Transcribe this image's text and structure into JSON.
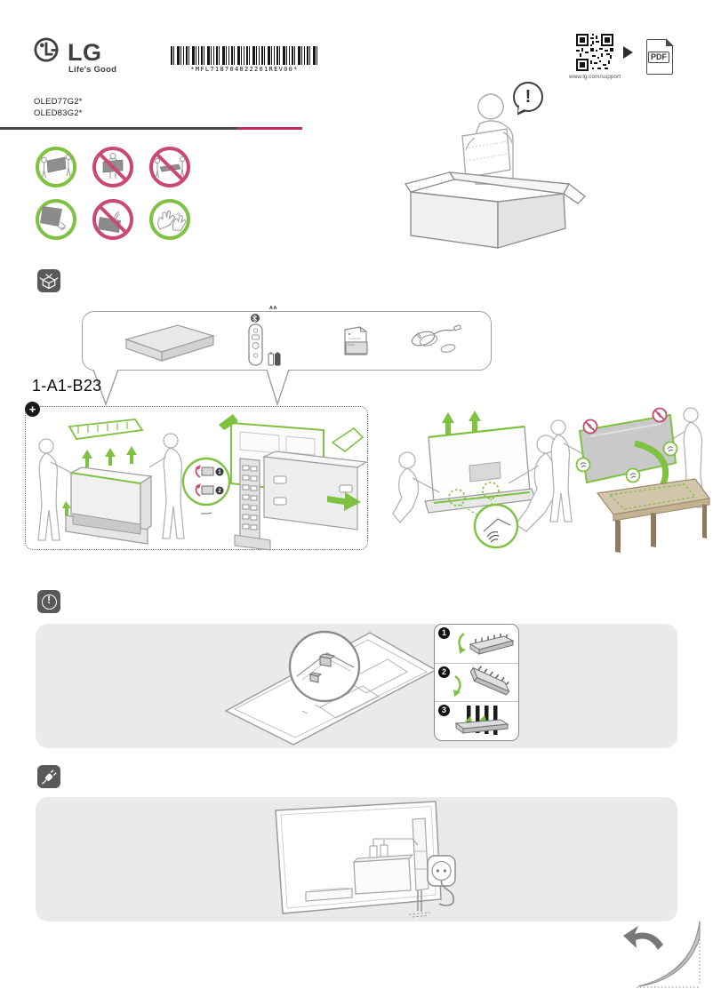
{
  "brand": {
    "name": "LG",
    "tagline": "Life's Good"
  },
  "header": {
    "barcode_text": "*MFL718704022201REV00*",
    "qr_caption": "www.lg.com/support",
    "pdf_label": "PDF"
  },
  "models": {
    "line1": "OLED77G2*",
    "line2": "OLED83G2*"
  },
  "attention": {
    "symbol": "!"
  },
  "accessories": {
    "kit_code": "1-A1-B23",
    "battery_label": "AA"
  },
  "unpack": {
    "plus_symbol": "+",
    "inset_steps": [
      {
        "num": "1"
      },
      {
        "num": "2"
      }
    ]
  },
  "caution": {
    "symbol": "!",
    "steps": [
      {
        "num": "1"
      },
      {
        "num": "2"
      },
      {
        "num": "3"
      }
    ]
  },
  "colors": {
    "accent_pink": "#c22b60",
    "ok_green": "#7fc241",
    "warn_red": "#c9496f",
    "panel_gray": "#eaeaea",
    "icon_gray": "#58595b",
    "logo_gray": "#3f3f41"
  }
}
